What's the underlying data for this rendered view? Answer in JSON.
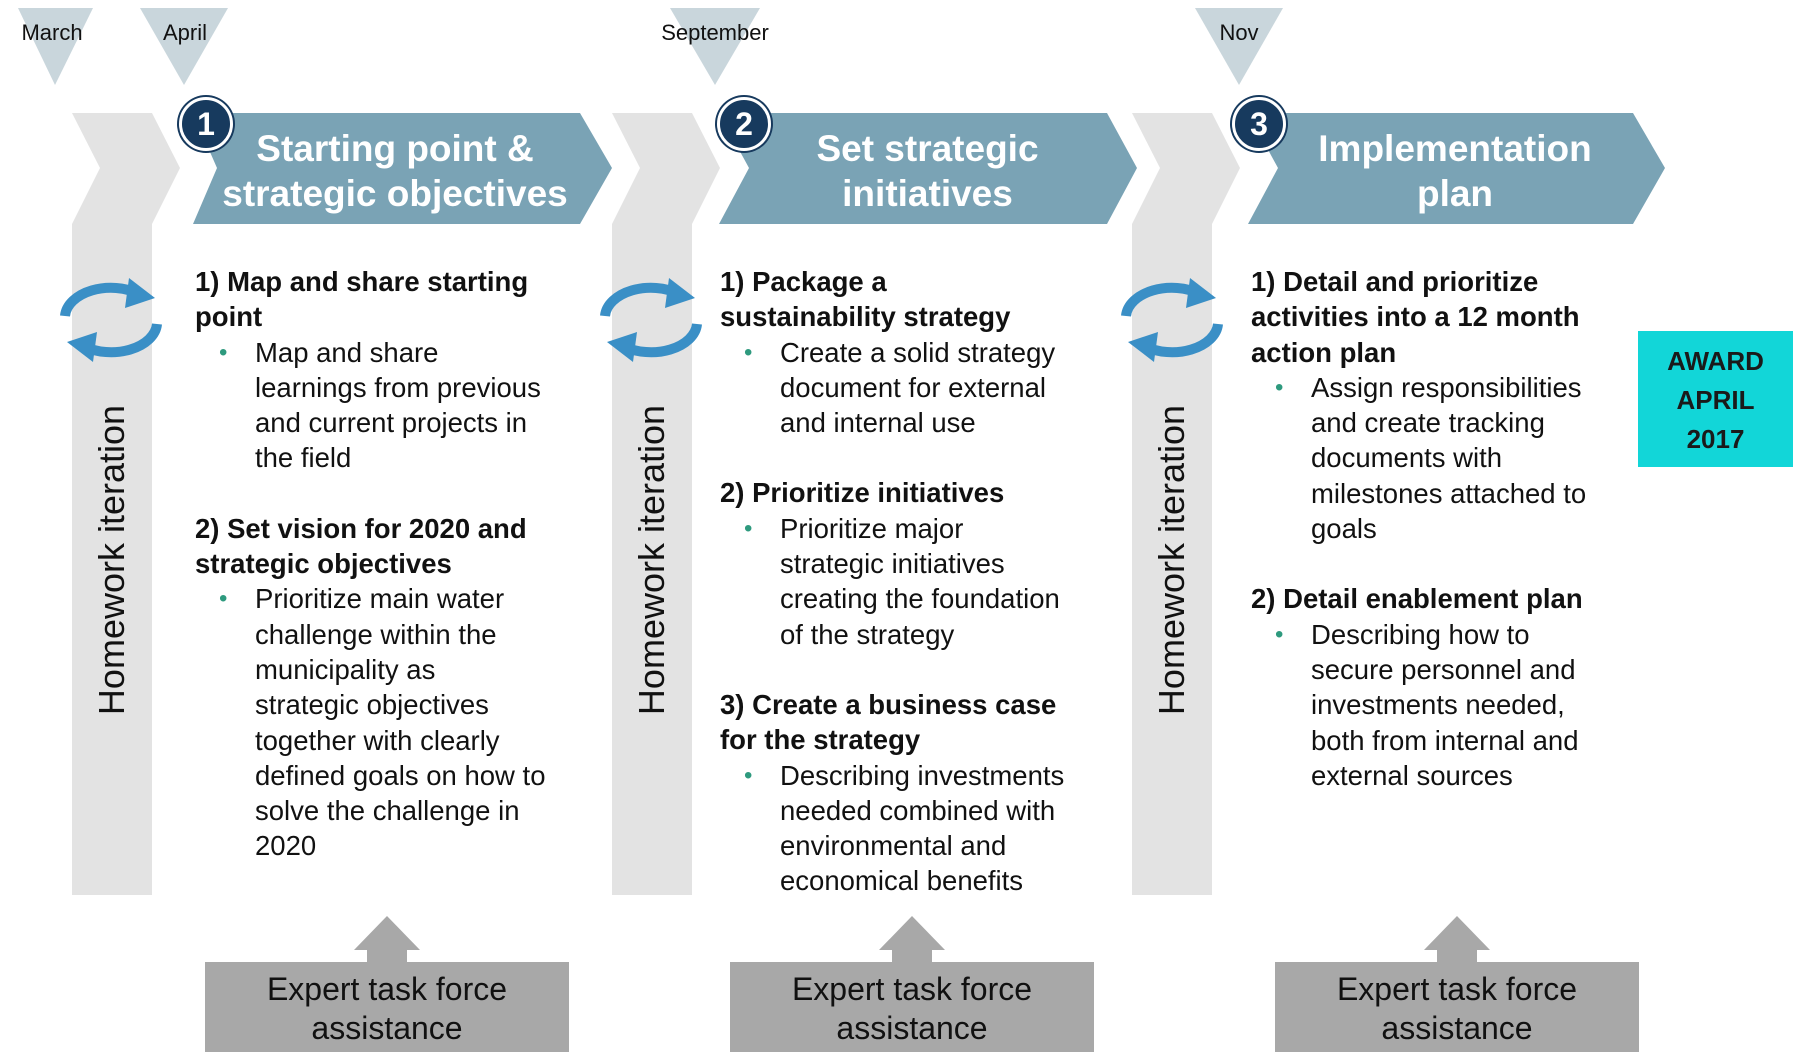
{
  "timeline": {
    "months": [
      "March",
      "April",
      "September",
      "Nov"
    ]
  },
  "phases": [
    {
      "number": "1",
      "title_line1": "Starting point &",
      "title_line2": "strategic objectives",
      "sections": [
        {
          "heading_lines": [
            "1) Map and share starting",
            "point"
          ],
          "bullet_lines": [
            "Map and share",
            "learnings from previous",
            "and current projects in",
            "the field"
          ]
        },
        {
          "heading_lines": [
            "2) Set vision for 2020 and",
            "strategic objectives"
          ],
          "bullet_lines": [
            "Prioritize main water",
            "challenge within the",
            "municipality as",
            "strategic objectives",
            "together with clearly",
            "defined goals on how to",
            "solve the challenge in",
            "2020"
          ]
        }
      ]
    },
    {
      "number": "2",
      "title_line1": "Set strategic",
      "title_line2": "initiatives",
      "sections": [
        {
          "heading_lines": [
            "1) Package a",
            "sustainability strategy"
          ],
          "bullet_lines": [
            "Create a solid strategy",
            "document for external",
            "and internal use"
          ]
        },
        {
          "heading_lines": [
            "2) Prioritize initiatives"
          ],
          "bullet_lines": [
            "Prioritize major",
            "strategic initiatives",
            "creating the foundation",
            "of the strategy"
          ]
        },
        {
          "heading_lines": [
            "3) Create a business case",
            "for the strategy"
          ],
          "bullet_lines": [
            "Describing investments",
            "needed combined with",
            "environmental and",
            "economical benefits"
          ]
        }
      ]
    },
    {
      "number": "3",
      "title_line1": "Implementation",
      "title_line2": "plan",
      "sections": [
        {
          "heading_lines": [
            "1) Detail and prioritize",
            "activities into a 12 month",
            "action plan"
          ],
          "bullet_lines": [
            "Assign responsibilities",
            "and create tracking",
            "documents with",
            "milestones attached to",
            "goals"
          ]
        },
        {
          "heading_lines": [
            "2) Detail enablement plan"
          ],
          "bullet_lines": [
            "Describing how to",
            "secure personnel and",
            "investments needed,",
            "both from internal and",
            "external sources"
          ]
        }
      ]
    }
  ],
  "iteration_label": "Homework iteration",
  "expert_box": {
    "line1": "Expert task force",
    "line2": "assistance"
  },
  "award": {
    "line1": "AWARD",
    "line2": "APRIL",
    "line3": "2017"
  },
  "colors": {
    "phase_banner": "#7aa3b5",
    "iteration_band": "#e3e3e3",
    "month_marker": "#c9d6dc",
    "badge": "#173a5e",
    "cycle_arrows": "#3a8fc6",
    "expert_box": "#a8a8a8",
    "award_box": "#12d6d8",
    "bullet": "#2e9a7e"
  }
}
